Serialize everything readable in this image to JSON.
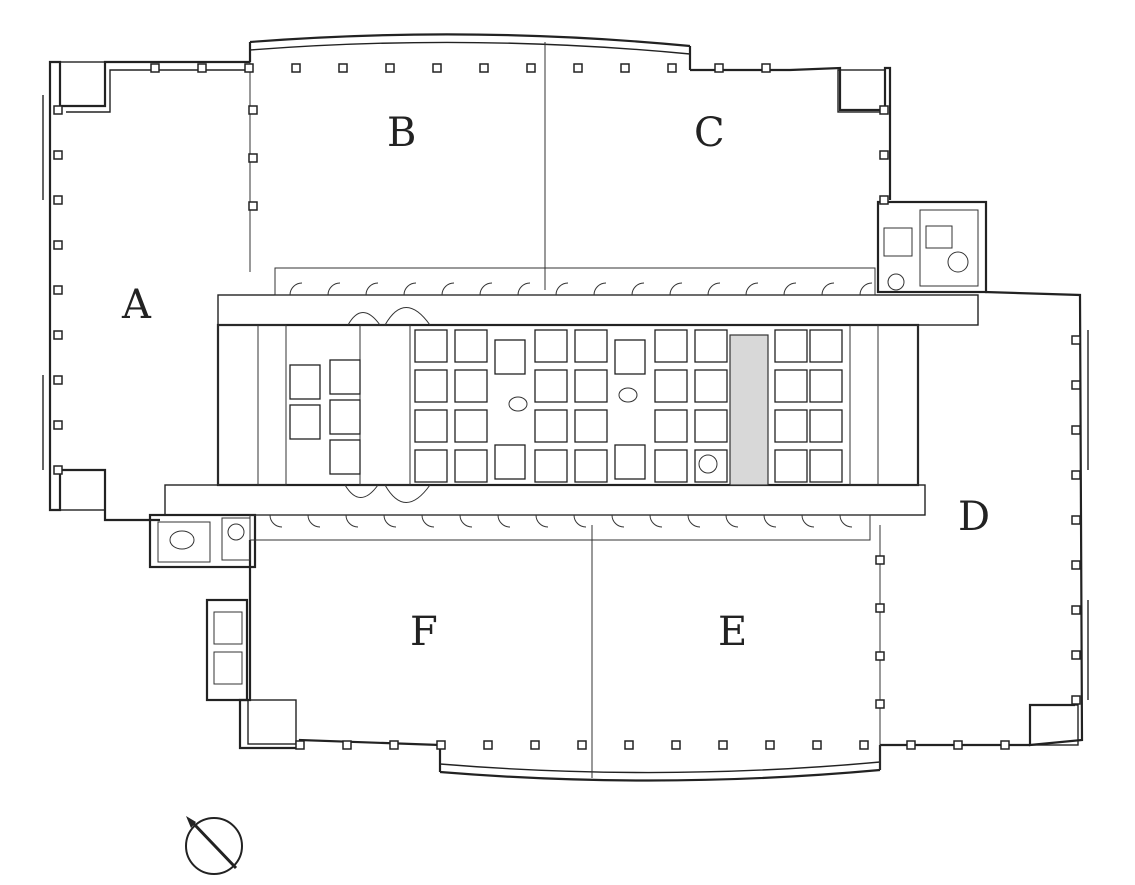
{
  "zones": [
    {
      "id": "A",
      "label": "A"
    },
    {
      "id": "B",
      "label": "B"
    },
    {
      "id": "C",
      "label": "C"
    },
    {
      "id": "D",
      "label": "D"
    },
    {
      "id": "E",
      "label": "E"
    },
    {
      "id": "F",
      "label": "F"
    }
  ],
  "compass": {
    "icon": "north-arrow-icon"
  },
  "colors": {
    "line": "#222222",
    "fill_grey": "#d8d8d8",
    "background": "#ffffff"
  }
}
